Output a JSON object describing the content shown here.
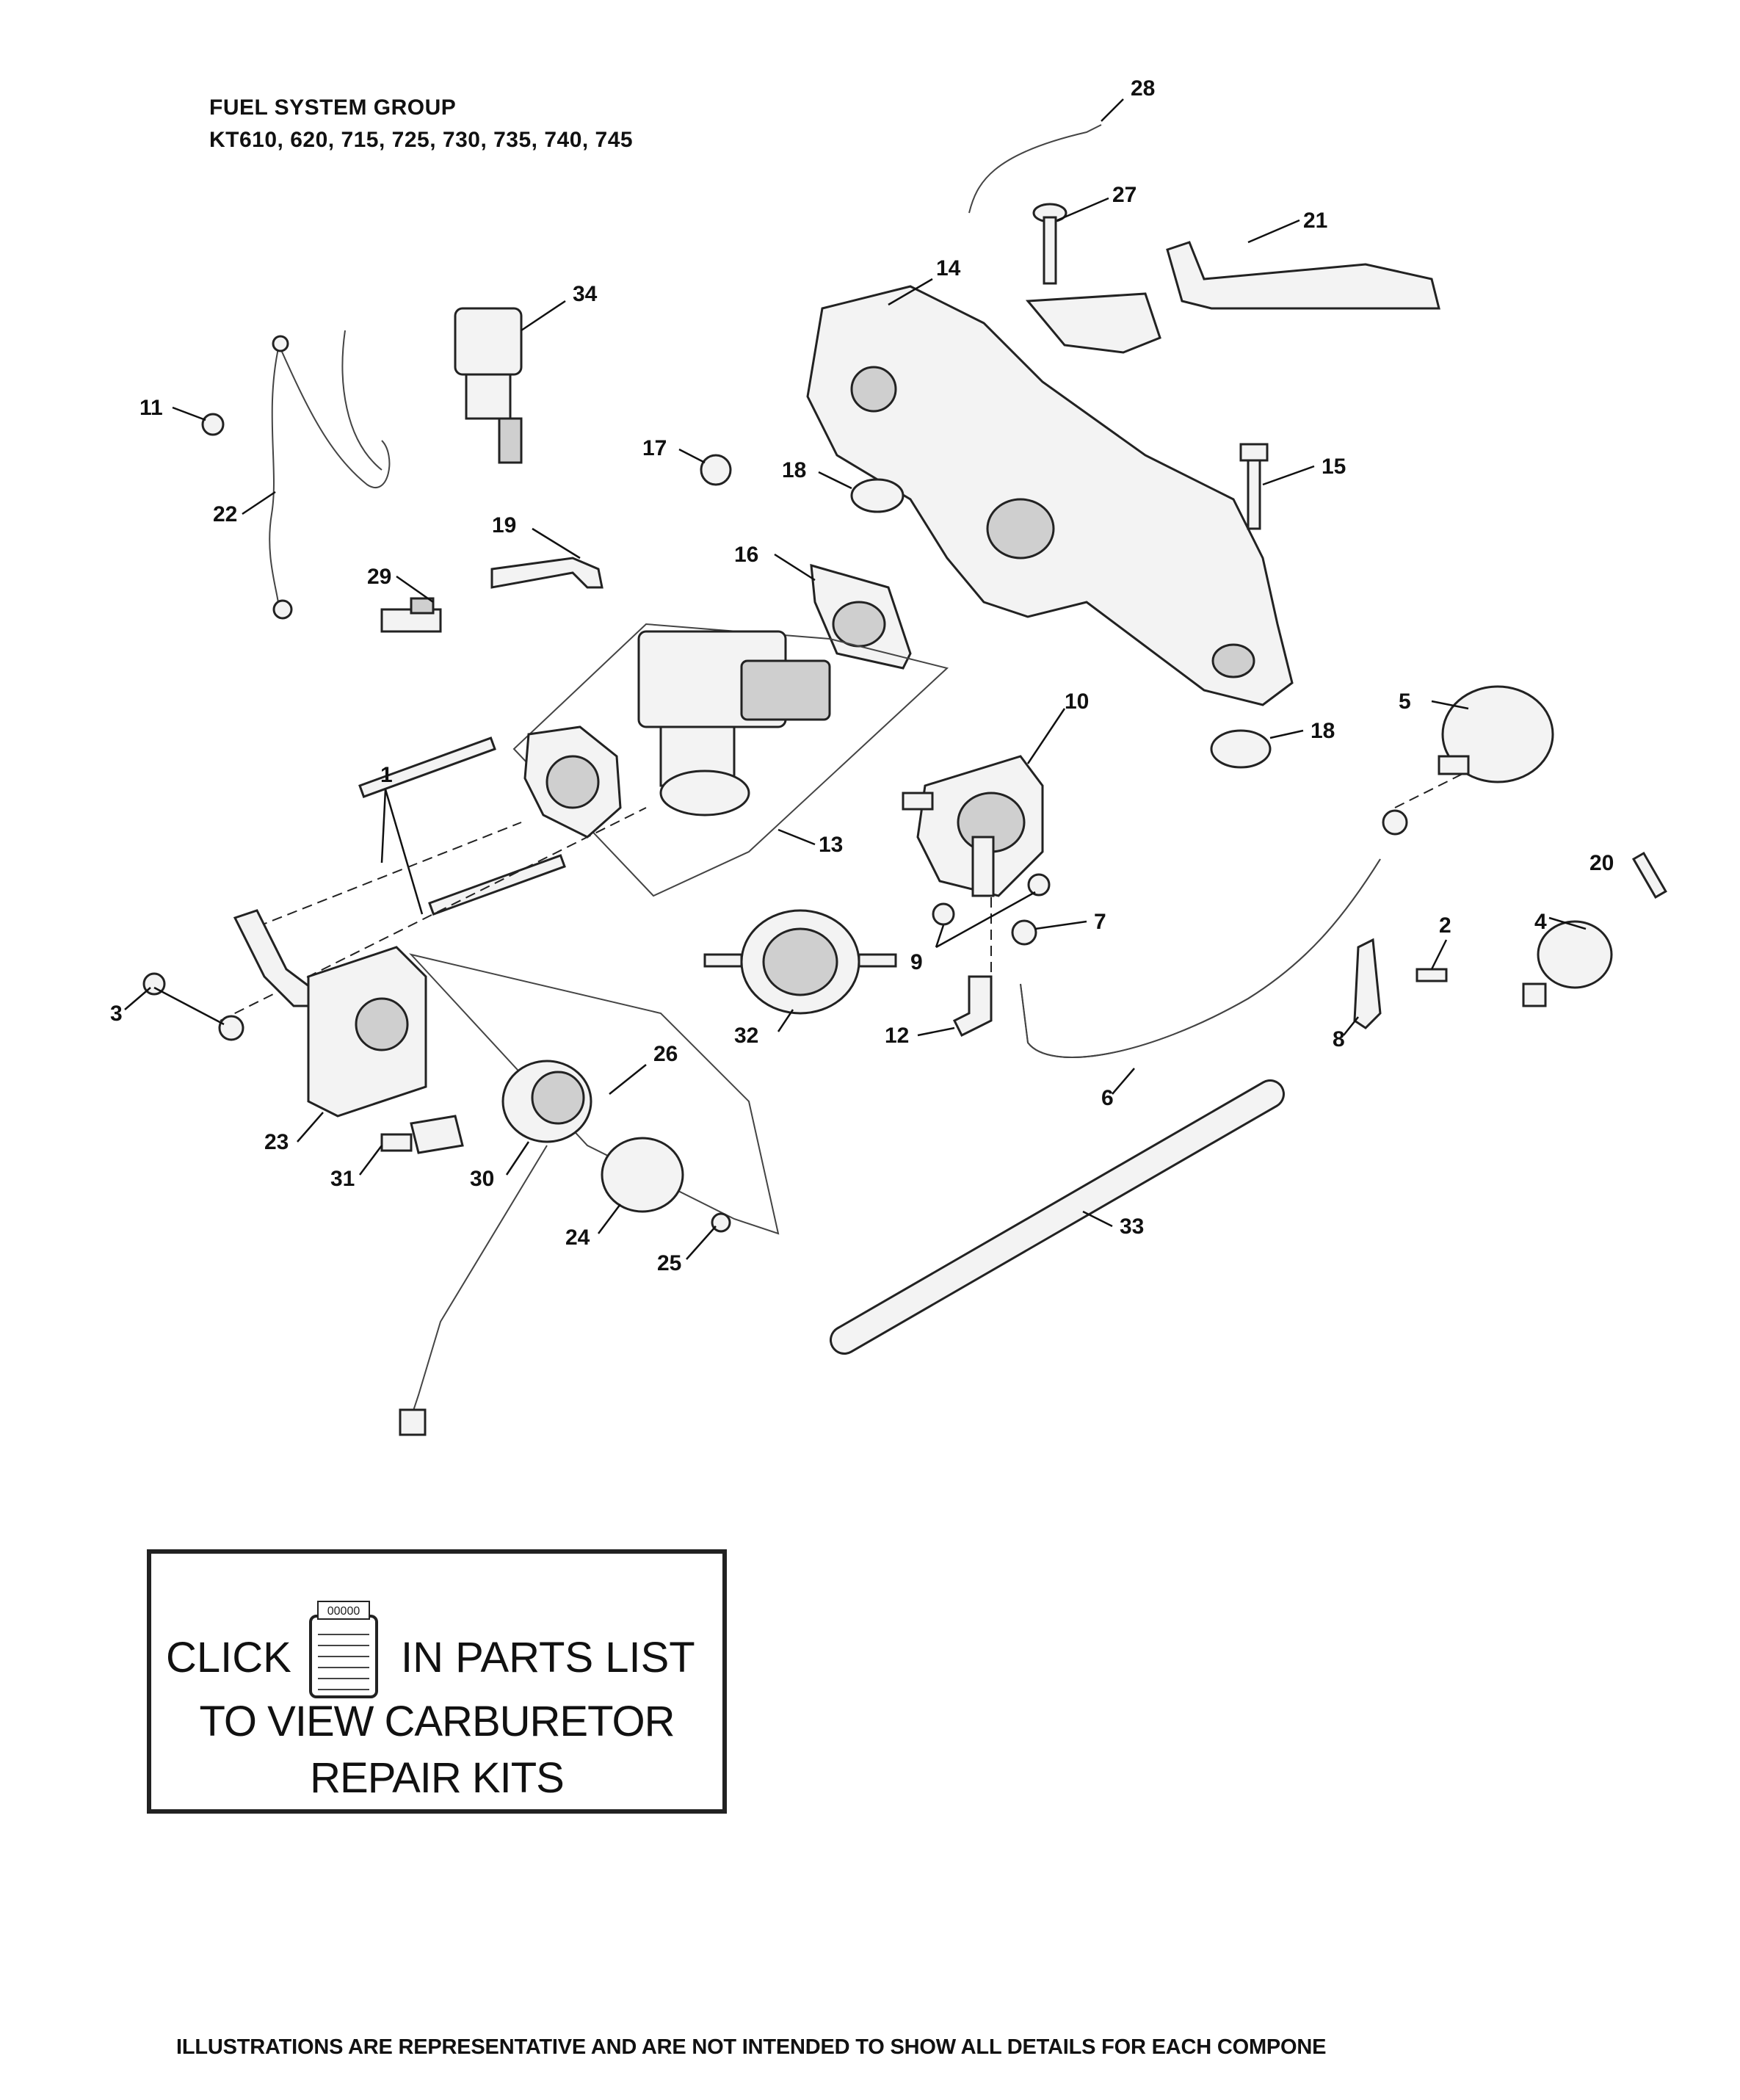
{
  "header": {
    "title_line1": "FUEL SYSTEM GROUP",
    "title_line2": "KT610, 620, 715, 725, 730, 735, 740, 745"
  },
  "callouts": [
    "1",
    "2",
    "3",
    "4",
    "5",
    "6",
    "7",
    "8",
    "9",
    "10",
    "11",
    "12",
    "13",
    "14",
    "15",
    "16",
    "17",
    "18",
    "18",
    "19",
    "20",
    "21",
    "22",
    "23",
    "24",
    "25",
    "26",
    "27",
    "28",
    "29",
    "30",
    "31",
    "32",
    "33",
    "34"
  ],
  "notice": {
    "line1_left": "CLICK",
    "line1_right": "IN PARTS LIST",
    "line2": "TO VIEW CARBURETOR",
    "line3": "REPAIR KITS",
    "icon": "notepad-icon",
    "icon_header": "00000"
  },
  "footer": {
    "text": "ILLUSTRATIONS ARE REPRESENTATIVE AND ARE NOT INTENDED TO SHOW ALL DETAILS FOR EACH COMPONE"
  }
}
